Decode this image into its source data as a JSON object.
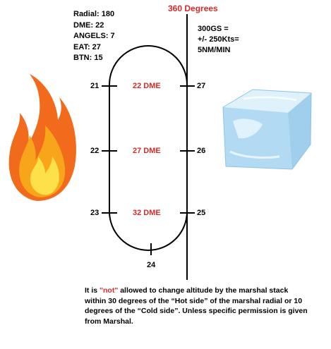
{
  "heading": "360 Degrees",
  "info": {
    "radial": "Radial: 180",
    "dme": "DME: 22",
    "angels": "ANGELS: 7",
    "eat": "EAT: 27",
    "btn": "BTN: 15"
  },
  "speed": {
    "line1": "300GS =",
    "line2": "+/- 250Kts=",
    "line3": "5NM/MIN"
  },
  "pattern": {
    "left_ticks": [
      "21",
      "22",
      "23"
    ],
    "right_ticks": [
      "27",
      "26",
      "25"
    ],
    "bottom_tick": "24",
    "dme_labels": [
      "22 DME",
      "27 DME",
      "32 DME"
    ]
  },
  "note": {
    "part1": "It is ",
    "quoted_not": "\"not\"",
    "part2": " allowed to change altitude by the marshal stack within 30 degrees of the “Hot side” of the marshal radial or 10 degrees of the “Cold side”. Unless specific permission is given from Marshal."
  },
  "icons": {
    "left": "flame-icon",
    "right": "ice-cube-icon"
  },
  "colors": {
    "accent_red": "#d62b2b"
  }
}
